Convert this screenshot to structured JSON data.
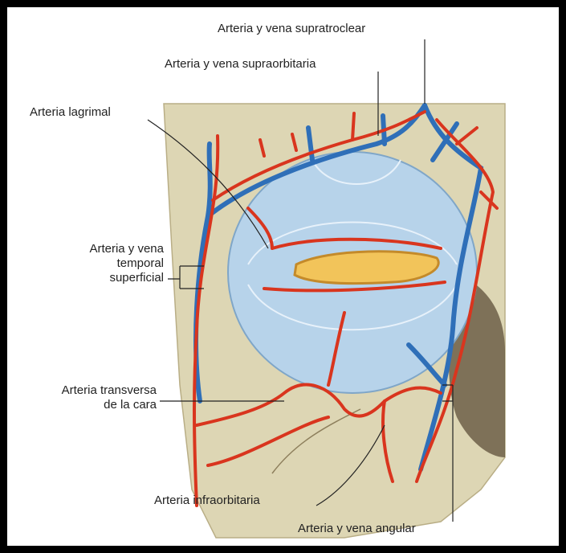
{
  "labels": {
    "supratroclear": "Arteria y vena supratroclear",
    "supraorbitaria": "Arteria y vena supraorbitaria",
    "lagrimal": "Arteria lagrimal",
    "temporal": [
      "Arteria y vena",
      "temporal",
      "superficial"
    ],
    "transversa": [
      "Arteria transversa",
      "de la cara"
    ],
    "infraorbitaria": "Arteria infraorbitaria",
    "angular": "Arteria y vena angular"
  },
  "colors": {
    "artery": "#d9351e",
    "vein": "#2f6fb8",
    "eye": "#b7d3ea",
    "skin": "#ddd6b4",
    "lid": "#f2c45a"
  }
}
